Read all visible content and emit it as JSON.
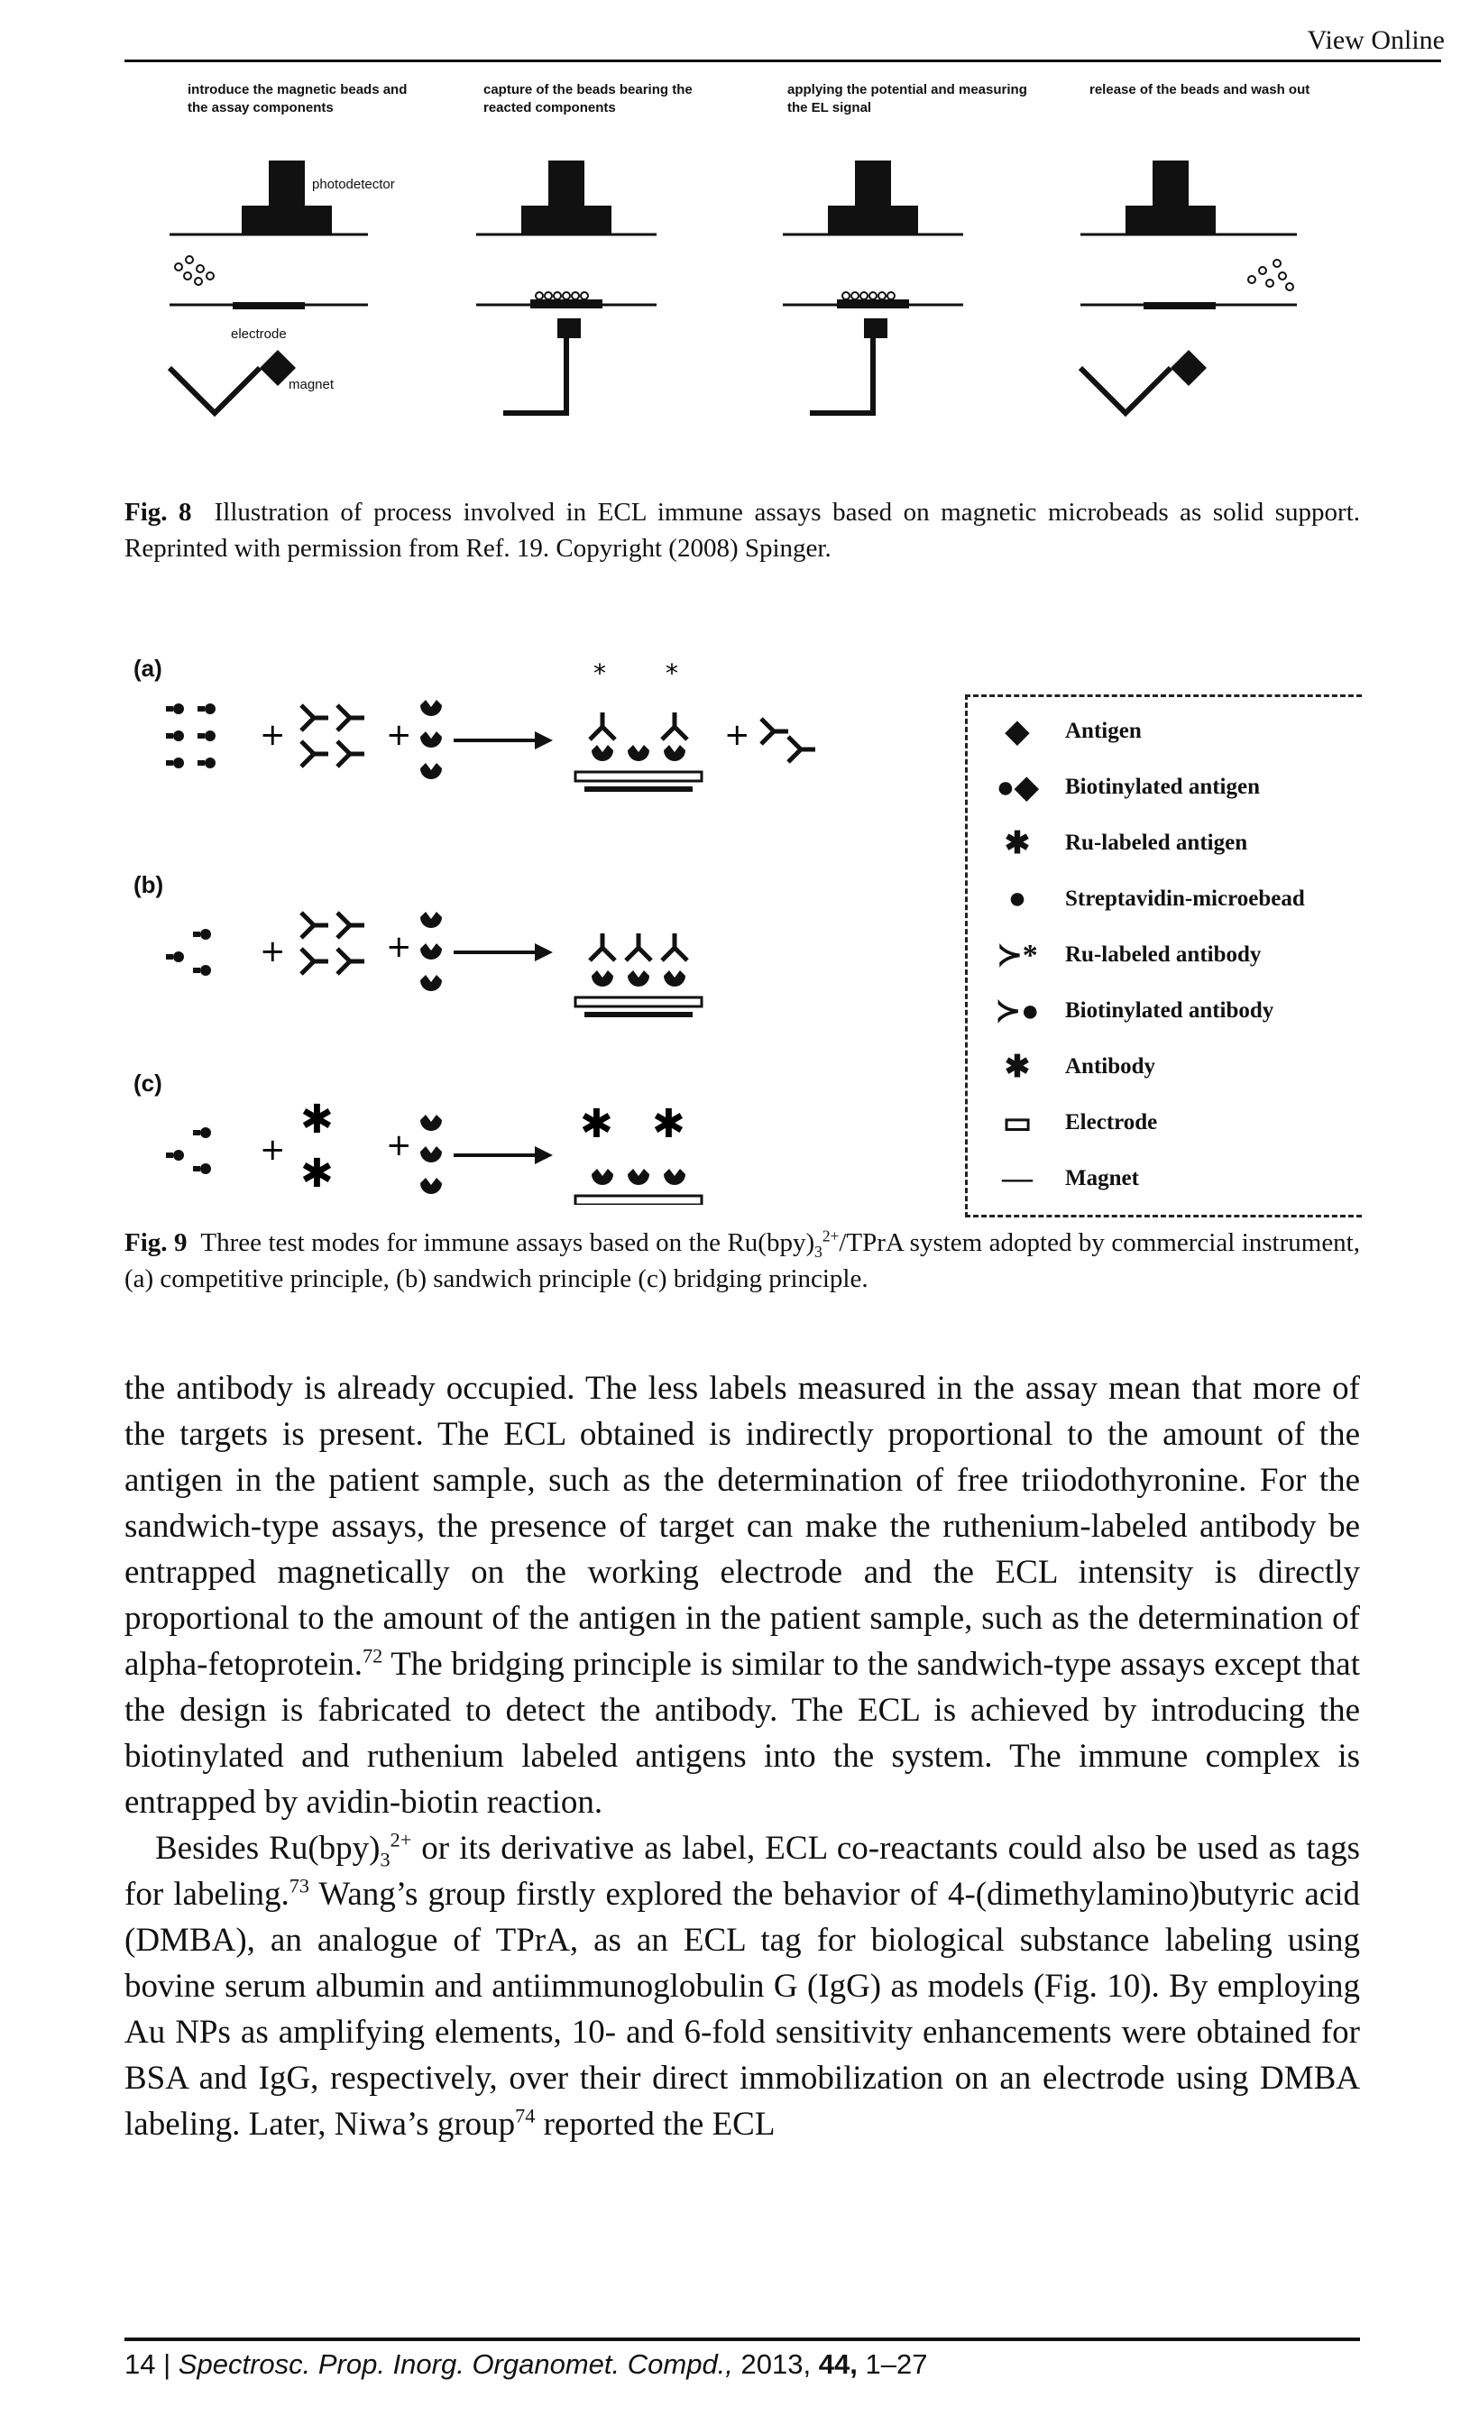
{
  "header": {
    "view_online": "View Online"
  },
  "fig8": {
    "steps": [
      "introduce the magnetic beads and the assay components",
      "capture of the beads bearing the reacted components",
      "applying the potential and measuring the EL signal",
      "release of the beads and wash out"
    ],
    "labels": {
      "photodetector": "photodetector",
      "electrode": "electrode",
      "magnet": "magnet"
    },
    "caption_label": "Fig. 8",
    "caption_text": "Illustration of process involved in ECL immune assays based on magnetic microbeads as solid support. Reprinted with permission from Ref. 19. Copyright (2008) Spinger."
  },
  "fig9": {
    "rows": [
      "(a)",
      "(b)",
      "(c)"
    ],
    "legend": [
      {
        "icon": "antigen-icon",
        "label": "Antigen"
      },
      {
        "icon": "biotinylated-antigen-icon",
        "label": "Biotinylated antigen"
      },
      {
        "icon": "ru-labeled-antigen-icon",
        "label": "Ru-labeled antigen"
      },
      {
        "icon": "streptavidin-microbead-icon",
        "label": "Streptavidin-microebead"
      },
      {
        "icon": "ru-labeled-antibody-icon",
        "label": "Ru-labeled antibody"
      },
      {
        "icon": "biotinylated-antibody-icon",
        "label": "Biotinylated antibody"
      },
      {
        "icon": "antibody-icon",
        "label": "Antibody"
      },
      {
        "icon": "electrode-icon",
        "label": "Electrode"
      },
      {
        "icon": "magnet-icon",
        "label": "Magnet"
      }
    ],
    "caption_label": "Fig. 9",
    "caption_text_1": "Three test modes for immune assays based on the Ru(bpy)",
    "caption_sub": "3",
    "caption_sup": "2+",
    "caption_text_2": "/TPrA system adopted by commercial instrument, (a) competitive principle, (b) sandwich principle (c) bridging principle."
  },
  "body": {
    "p1_a": "the antibody is already occupied. The less labels measured in the assay mean that more of the targets is present. The ECL obtained is indirectly proportional to the amount of the antigen in the patient sample, such as the determination of free triiodothyronine. For the sandwich-type assays, the presence of target can make the ruthenium-labeled antibody be entrapped magnetically on the working electrode and the ECL intensity is directly proportional to the amount of the antigen in the patient sample, such as the determination of alpha-fetoprotein.",
    "p1_ref": "72",
    "p1_b": " The bridging principle is similar to the sandwich-type assays except that the design is fabricated to detect the antibody. The ECL is achieved by introducing the biotinylated and ruthenium labeled antigens into the system. The immune complex is entrapped by avidin-biotin reaction.",
    "p2_a": "Besides Ru(bpy)",
    "p2_sub": "3",
    "p2_sup": "2+",
    "p2_b": " or its derivative as label, ECL co-reactants could also be used as tags for labeling.",
    "p2_ref1": "73",
    "p2_c": " Wang’s group firstly explored the behavior of 4-(dimethylamino)butyric acid (DMBA), an analogue of TPrA, as an ECL tag for biological substance labeling using bovine serum albumin and antiimmunoglobulin G (IgG) as models (Fig. 10). By employing Au NPs as amplifying elements, 10- and 6-fold sensitivity enhancements were obtained for BSA and IgG, respectively, over their direct immobilization on an electrode using DMBA labeling. Later, Niwa’s group",
    "p2_ref2": "74",
    "p2_d": " reported the ECL"
  },
  "footer": {
    "page": "14",
    "sep": "|",
    "journal": "Spectrosc. Prop. Inorg. Organomet. Compd.,",
    "year": "2013,",
    "volume": "44,",
    "pages": "1–27"
  }
}
